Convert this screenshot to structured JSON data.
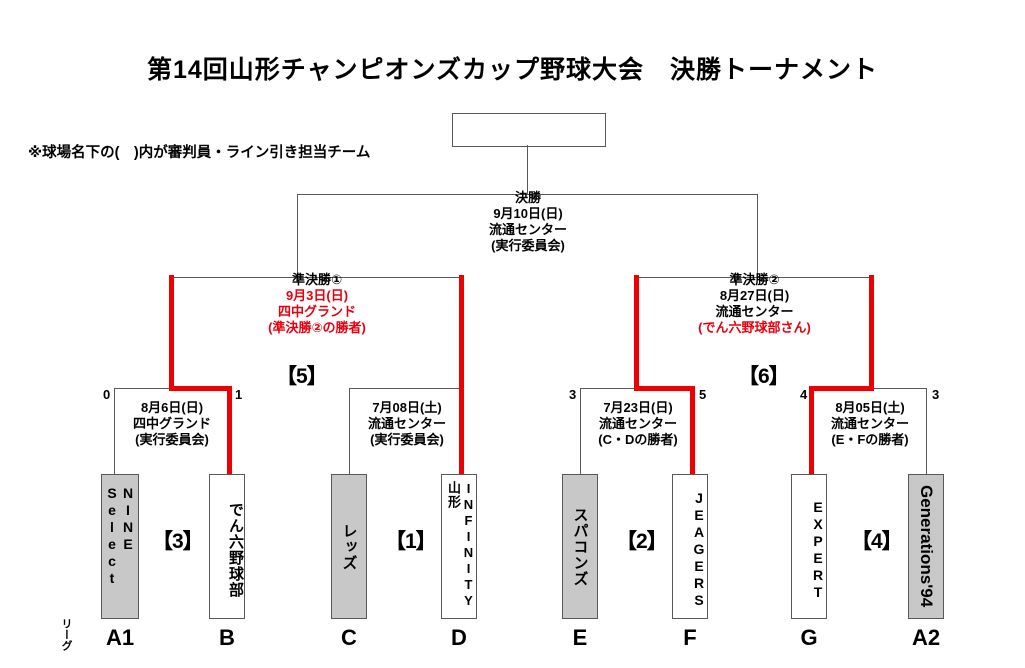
{
  "page": {
    "title": "第14回山形チャンピオンズカップ野球大会　決勝トーナメント",
    "note": "※球場名下の(　)内が審判員・ライン引き担当チーム",
    "league_label": "リーグ"
  },
  "final": {
    "round_label": "決勝",
    "date": "9月10日(日)",
    "venue": "流通センター",
    "staff": "(実行委員会)",
    "winner_name": ""
  },
  "semifinals": [
    {
      "id": "semifinal-1",
      "round_label": "準決勝①",
      "date": "9月3日(日)",
      "venue": "四中グランド",
      "staff": "(準決勝②の勝者)",
      "bracket_no": "【5】",
      "date_color": "#e8000d",
      "venue_color": "#e8000d",
      "staff_color": "#e8000d"
    },
    {
      "id": "semifinal-2",
      "round_label": "準決勝②",
      "date": "8月27日(日)",
      "venue": "流通センター",
      "staff": "(でん六野球部さん)",
      "bracket_no": "【6】",
      "date_color": "#000000",
      "venue_color": "#000000",
      "staff_color": "#e8000d"
    }
  ],
  "quarterfinals": [
    {
      "id": "match-3",
      "bracket_no": "【3】",
      "date": "8月6日(日)",
      "venue": "四中グランド",
      "staff": "(実行委員会)",
      "left_score": "0",
      "right_score": "1",
      "winner": "right"
    },
    {
      "id": "match-1",
      "bracket_no": "【1】",
      "date": "7月08日(土)",
      "venue": "流通センター",
      "staff": "(実行委員会)",
      "left_score": "",
      "right_score": "",
      "winner": "right"
    },
    {
      "id": "match-2",
      "bracket_no": "【2】",
      "date": "7月23日(日)",
      "venue": "流通センター",
      "staff": "(C・Dの勝者)",
      "left_score": "3",
      "right_score": "5",
      "winner": "right"
    },
    {
      "id": "match-4",
      "bracket_no": "【4】",
      "date": "8月05日(土)",
      "venue": "流通センター",
      "staff": "(E・Fの勝者)",
      "left_score": "4",
      "right_score": "3",
      "winner": "left"
    }
  ],
  "teams": [
    {
      "id": "team-a1",
      "group": "A1",
      "name": "Select NINE",
      "name_line1": "NINE",
      "name_line2": "Select",
      "style": "gray"
    },
    {
      "id": "team-b",
      "group": "B",
      "name": "でん六野球部",
      "name_line1": "でん六野球部",
      "name_line2": "",
      "style": "white"
    },
    {
      "id": "team-c",
      "group": "C",
      "name": "レッズ",
      "name_line1": "レッズ",
      "name_line2": "",
      "style": "gray"
    },
    {
      "id": "team-d",
      "group": "D",
      "name": "INFINITY山形",
      "name_line1": "INFINITY山形",
      "name_line2": "",
      "style": "white"
    },
    {
      "id": "team-e",
      "group": "E",
      "name": "スパコンズ",
      "name_line1": "スパコンズ",
      "name_line2": "",
      "style": "gray"
    },
    {
      "id": "team-f",
      "group": "F",
      "name": "JEAGERS",
      "name_line1": "JEAGERS",
      "name_line2": "",
      "style": "white"
    },
    {
      "id": "team-g",
      "group": "G",
      "name": "EXPERT",
      "name_line1": "EXPERT",
      "name_line2": "",
      "style": "white"
    },
    {
      "id": "team-a2",
      "group": "A2",
      "name": "Generations'94",
      "name_line1": "Generations'94",
      "name_line2": "",
      "style": "gray"
    }
  ],
  "colors": {
    "winner_path": "#ef0000",
    "line": "#595959",
    "gray_fill": "#c8c8c8",
    "highlight_text": "#e8000d"
  }
}
